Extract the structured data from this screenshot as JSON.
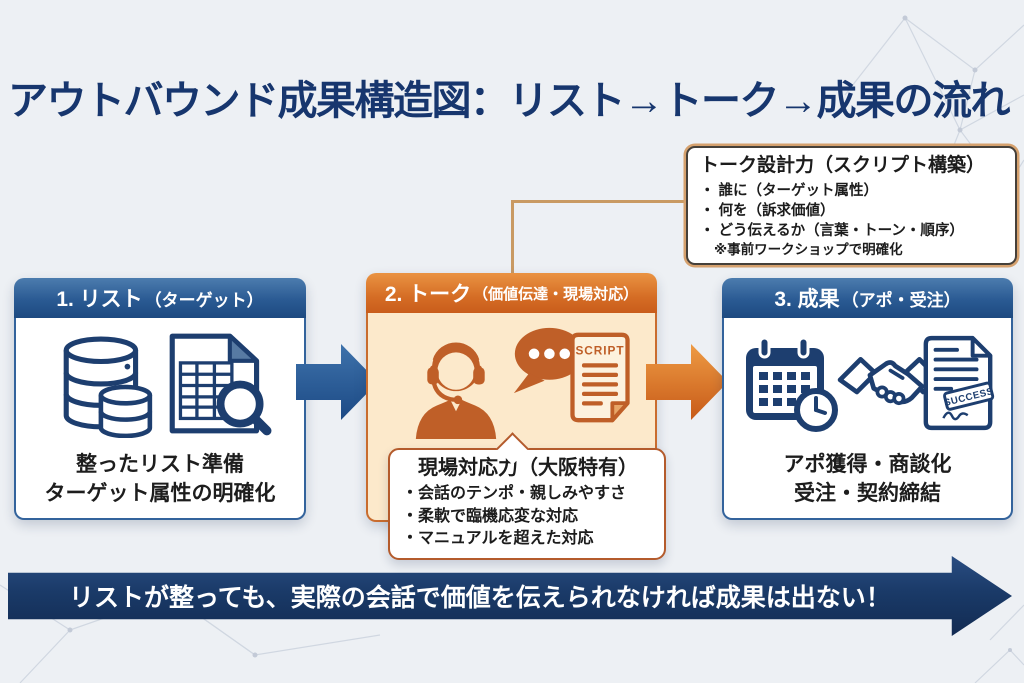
{
  "title": "アウトバウンド成果構造図：リスト→トーク→成果の流れ",
  "callout": {
    "title": "トーク設計力（スクリプト構築）",
    "bullet1": "・ 誰に（ターゲット属性）",
    "bullet2": "・ 何を（訴求価値）",
    "bullet3": "・ どう伝えるか（言葉・トーン・順序）",
    "note": "※事前ワークショップで明確化"
  },
  "step1": {
    "header": "1. リスト",
    "header_sub": "（ターゲット）",
    "caption1": "整ったリスト準備",
    "caption2": "ターゲット属性の明確化"
  },
  "step2": {
    "header": "2. トーク",
    "header_sub": "（価値伝達・現場対応）",
    "script_label": "SCRIPT"
  },
  "step2_detail": {
    "title": "現場対応力（大阪特有）",
    "bullet1": "・会話のテンポ・親しみやすさ",
    "bullet2": "・柔軟で臨機応変な対応",
    "bullet3": "・マニュアルを超えた対応"
  },
  "step3": {
    "header": "3. 成果",
    "header_sub": "（アポ・受注）",
    "stamp_label": "SUCCESS",
    "caption1": "アポ獲得・商談化",
    "caption2": "受注・契約締結"
  },
  "banner": "リストが整っても、実際の会話で価値を伝えられなければ成果は出ない！",
  "colors": {
    "navy": "#17366e",
    "blue_header": "#1d4a80",
    "orange_header": "#c95d1b",
    "cream": "#fce9cb",
    "banner_navy": "#122b52",
    "connector_tan": "#c99a63"
  }
}
